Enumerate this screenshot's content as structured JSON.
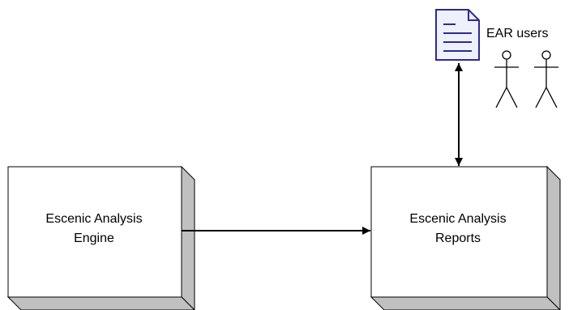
{
  "nodes": {
    "engine": {
      "line1": "Escenic Analysis",
      "line2": "Engine"
    },
    "reports": {
      "line1": "Escenic Analysis",
      "line2": "Reports"
    }
  },
  "actors": {
    "label": "EAR users"
  },
  "colors": {
    "box_fill": "#ffffff",
    "box_side": "#c0c0c0",
    "stroke": "#000000",
    "document_stroke": "#2b2b8f",
    "document_fill": "#eef0fb"
  },
  "icons": {
    "document": "document-icon",
    "actor": "stick-figure-icon"
  }
}
